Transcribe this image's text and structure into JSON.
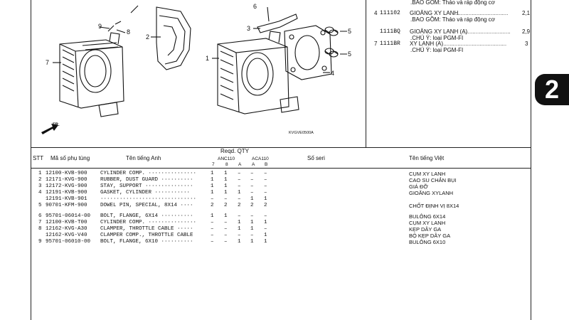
{
  "diagram": {
    "code": "KVGVE0500A",
    "fr_label": "FR.",
    "callouts": [
      "9",
      "8",
      "7",
      "2",
      "6",
      "3",
      "1",
      "5",
      "5",
      "4"
    ]
  },
  "ref_panel": {
    "top_note": ".BAO GỒM: Tháo và ráp động cơ",
    "lines": [
      {
        "stt": "4",
        "part": "111102",
        "name": "GIOĂNG XY LANH",
        "qty": "2,1",
        "note": ".BAO GỒM: Tháo và ráp động cơ"
      },
      {
        "stt": "",
        "part": "1111BQ",
        "name": "GIOĂNG XY LANH (A)",
        "qty": "2,9",
        "note": ".CHÚ Ý: loại PGM-FI"
      },
      {
        "stt": "7",
        "part": "1111BR",
        "name": "XY LANH (A)",
        "qty": "3",
        "note": ".CHÚ Ý: loại PGM-FI"
      }
    ]
  },
  "section_badge": "2",
  "table": {
    "headers": {
      "stt": "STT",
      "part_no": "Mã số phụ tùng",
      "name_en": "Tên tiếng Anh",
      "reqd": "Reqd.  QTY",
      "group1": "ANC110",
      "group2": "ACA110",
      "sub": [
        "7",
        "8",
        "A",
        "A",
        "B"
      ],
      "serial": "Số seri",
      "name_vi": "Tên tiếng Việt"
    },
    "rows": [
      {
        "stt": "1",
        "part": "12100-KVB-900",
        "en": "CYLINDER COMP. ···············",
        "q": [
          "1",
          "1",
          "–",
          "–",
          "–"
        ],
        "vi": "CỤM XY LANH"
      },
      {
        "stt": "2",
        "part": "12171-KVG-900",
        "en": "RUBBER, DUST GUARD ··········",
        "q": [
          "1",
          "1",
          "–",
          "–",
          "–"
        ],
        "vi": "CAO SU CHẮN BỤI"
      },
      {
        "stt": "3",
        "part": "12172-KVG-900",
        "en": "STAY, SUPPORT ···············",
        "q": [
          "1",
          "1",
          "–",
          "–",
          "–"
        ],
        "vi": "GIÁ ĐỠ"
      },
      {
        "stt": "4",
        "part": "12191-KVB-900",
        "en": "GASKET, CYLINDER ···········",
        "q": [
          "1",
          "1",
          "1",
          "–",
          "–"
        ],
        "vi": "GIOĂNG XYLANH"
      },
      {
        "stt": "",
        "part": "12191-KVB-901",
        "en": "······························",
        "q": [
          "–",
          "–",
          "–",
          "1",
          "1"
        ],
        "vi": ""
      },
      {
        "stt": "5",
        "part": "90701-KFM-900",
        "en": "DOWEL PIN, SPECIAL, 8X14 ····",
        "q": [
          "2",
          "2",
          "2",
          "2",
          "2"
        ],
        "vi": "CHỐT ĐỊNH VỊ 8X14"
      },
      {
        "stt": "6",
        "part": "95701-06014-00",
        "en": "BOLT, FLANGE, 6X14 ··········",
        "q": [
          "1",
          "1",
          "–",
          "–",
          "–"
        ],
        "vi": "BULÔNG 6X14"
      },
      {
        "stt": "7",
        "part": "12100-KVB-T00",
        "en": "CYLINDER COMP. ···············",
        "q": [
          "–",
          "–",
          "1",
          "1",
          "1"
        ],
        "vi": "CỤM XY LANH"
      },
      {
        "stt": "8",
        "part": "12162-KVG-A30",
        "en": "CLAMPER, THROTTLE CABLE ·····",
        "q": [
          "–",
          "–",
          "1",
          "1",
          "–"
        ],
        "vi": "KẸP DÂY GA"
      },
      {
        "stt": "",
        "part": "12162-KVG-V40",
        "en": "CLAMPER COMP., THROTTLE CABLE",
        "q": [
          "–",
          "–",
          "–",
          "–",
          "1"
        ],
        "vi": "BỘ KẸP DÂY GA"
      },
      {
        "stt": "9",
        "part": "95701-06010-00",
        "en": "BOLT, FLANGE, 6X10 ··········",
        "q": [
          "–",
          "–",
          "1",
          "1",
          "1"
        ],
        "vi": "BULÔNG 6X10"
      }
    ]
  }
}
